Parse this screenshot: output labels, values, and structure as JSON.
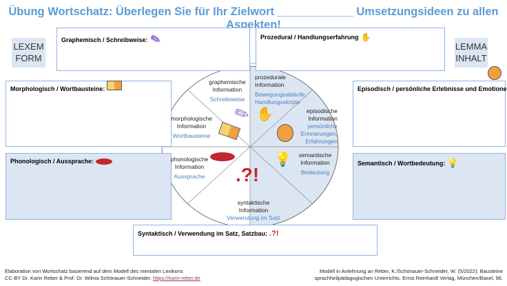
{
  "title": "Übung Wortschatz: Überlegen Sie für Ihr Zielwort ____________ Umsetzungsideen zu allen Aspekten!",
  "side_left": {
    "line1": "LEXEM",
    "line2": "FORM"
  },
  "side_right": {
    "line1": "LEMMA",
    "line2": "INHALT"
  },
  "boxes": {
    "graphemisch": "Graphemisch / Schreibweise:",
    "prozedural": "Prozedural / Handlungserfahrung",
    "morphologisch": "Morphologisch / Wortbausteine:",
    "phonologisch": "Phonologisch / Aussprache:",
    "episodisch": "Episodisch / persönliche Erlebnisse und Emotionen:",
    "semantisch": "Semantisch / Wortbedeutung:",
    "syntaktisch": "Syntaktisch / Verwendung im Satz, Satzbau:"
  },
  "segments": {
    "graphemisch": {
      "l1": "graphemische",
      "l2": "Information",
      "sub": "Schreibweise"
    },
    "prozedural": {
      "l1": "prozedurale",
      "l2": "Information",
      "sub1": "Bewegungsabläufe,",
      "sub2": "Handlungsskripte"
    },
    "morphologisch": {
      "l1": "morphologische",
      "l2": "Information",
      "sub": "Wortbausteine"
    },
    "episodisch": {
      "l1": "episodische",
      "l2": "Information",
      "sub1": "persönliche",
      "sub2": "Erinnerungen,",
      "sub3": "Erfahrungen"
    },
    "phonologisch": {
      "l1": "phonologische",
      "l2": "Information",
      "sub": "Aussprache"
    },
    "semantisch": {
      "l1": "semantische",
      "l2": "Information",
      "sub": "Bedeutung"
    },
    "syntaktisch": {
      "l1": "syntaktische",
      "l2": "Information",
      "sub": "Verwendung im Satz"
    }
  },
  "footer_left": {
    "line1": "Elaboration von Wortschatz basierend auf dem Modell des mentalen Lexikons",
    "line2": "CC-BY Dr. Karin Reber & Prof. Dr. Wilma Schönauer-Schneider, ",
    "link": "https://karin-reber.de"
  },
  "footer_right": {
    "line1": "Modell in Anlehnung an Reber, K./Schönauer-Schneider, W. (5/2022): Bausteine",
    "line2": "sprachheilpädagogischen Unterrichts. Ernst Reinhardt Verlag, München/Basel, 96."
  },
  "colors": {
    "accent": "#5b9bd5",
    "light_blue": "#dce6f2",
    "border": "#8eb4e3"
  }
}
